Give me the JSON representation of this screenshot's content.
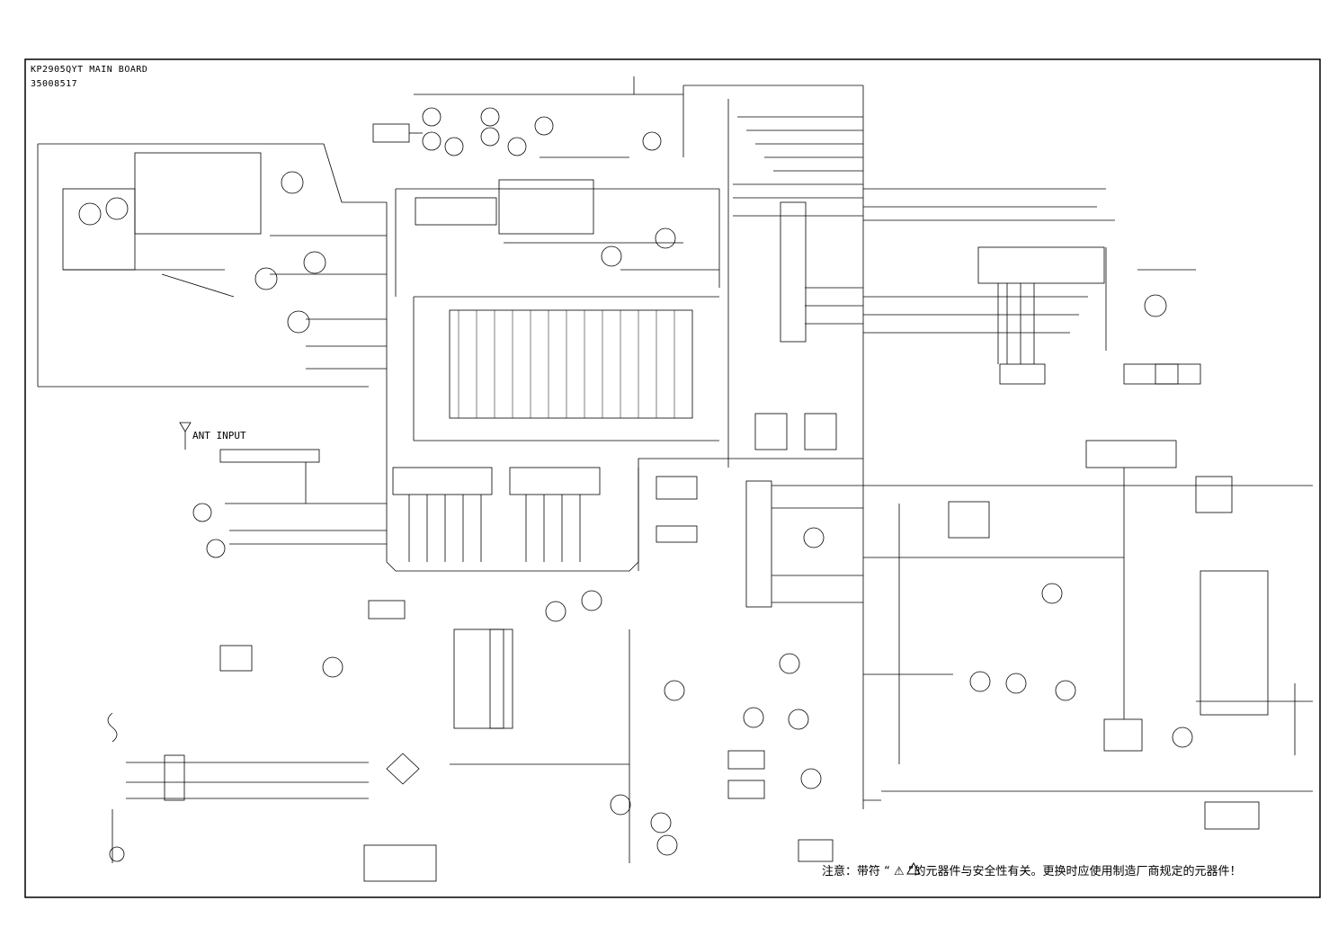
{
  "sheet": {
    "title": "KP2905QYT MAIN BOARD",
    "part_number": "35008517",
    "antenna_label": "ANT INPUT",
    "safety_note": "注意：带符 “ ⚠ ”的元器件与安全性有关。更换时应使用制造厂商规定的元器件！"
  },
  "styles": {
    "line_color": "#000000",
    "background": "#ffffff"
  }
}
